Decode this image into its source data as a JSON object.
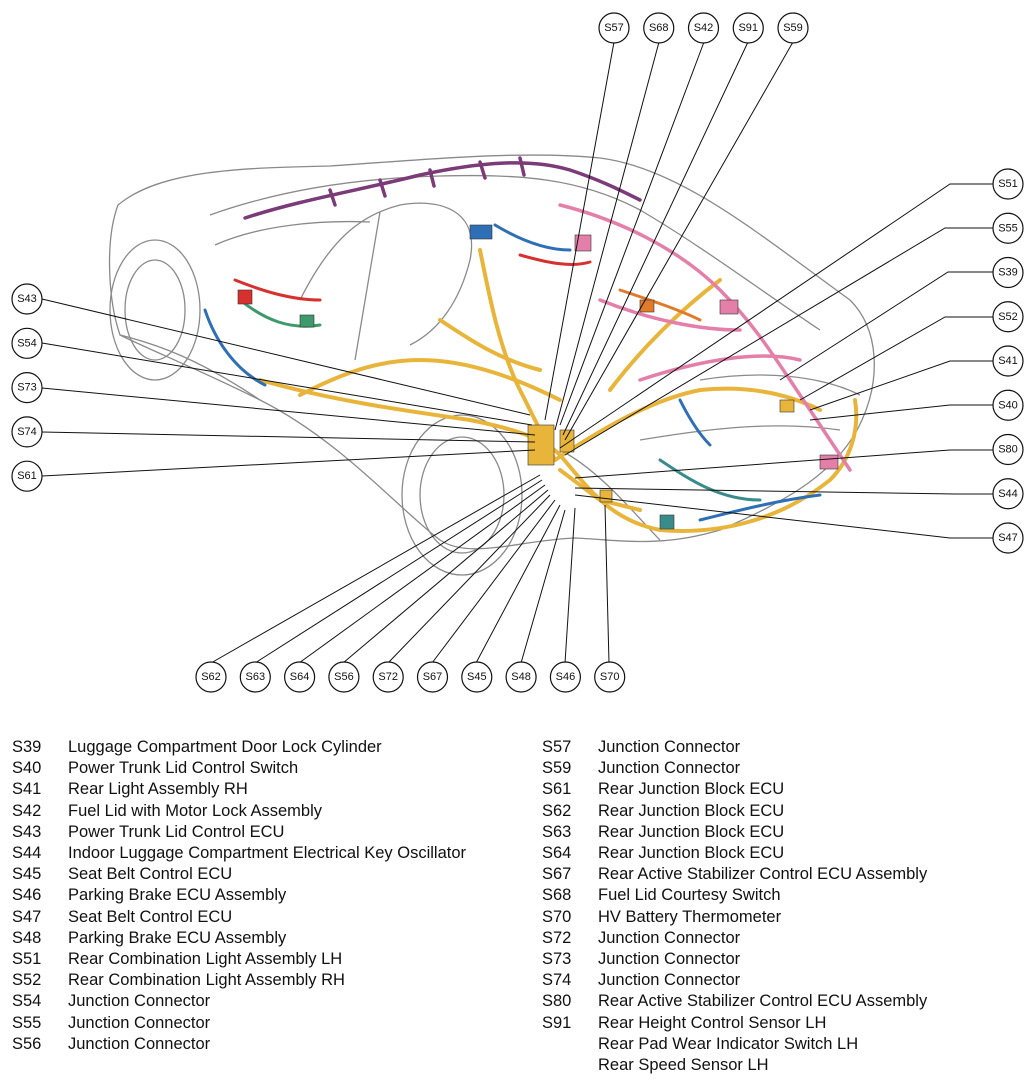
{
  "callouts": {
    "top": [
      "S57",
      "S68",
      "S42",
      "S91",
      "S59"
    ],
    "left": [
      "S43",
      "S54",
      "S73",
      "S74",
      "S61"
    ],
    "right": [
      "S51",
      "S55",
      "S39",
      "S52",
      "S41",
      "S40",
      "S80",
      "S44",
      "S47"
    ],
    "bottom": [
      "S62",
      "S63",
      "S64",
      "S56",
      "S72",
      "S67",
      "S45",
      "S48",
      "S46",
      "S70"
    ]
  },
  "legend_left": [
    {
      "code": "S39",
      "desc": "Luggage Compartment Door Lock Cylinder"
    },
    {
      "code": "S40",
      "desc": "Power Trunk Lid Control Switch"
    },
    {
      "code": "S41",
      "desc": "Rear Light Assembly RH"
    },
    {
      "code": "S42",
      "desc": "Fuel Lid with Motor Lock Assembly"
    },
    {
      "code": "S43",
      "desc": "Power Trunk Lid Control ECU"
    },
    {
      "code": "S44",
      "desc": "Indoor Luggage Compartment Electrical Key Oscillator"
    },
    {
      "code": "S45",
      "desc": "Seat Belt Control ECU"
    },
    {
      "code": "S46",
      "desc": "Parking Brake ECU Assembly"
    },
    {
      "code": "S47",
      "desc": "Seat Belt Control ECU"
    },
    {
      "code": "S48",
      "desc": "Parking Brake ECU Assembly"
    },
    {
      "code": "S51",
      "desc": "Rear Combination Light Assembly LH"
    },
    {
      "code": "S52",
      "desc": "Rear Combination Light Assembly RH"
    },
    {
      "code": "S54",
      "desc": "Junction Connector"
    },
    {
      "code": "S55",
      "desc": "Junction Connector"
    },
    {
      "code": "S56",
      "desc": "Junction Connector"
    }
  ],
  "legend_right": [
    {
      "code": "S57",
      "desc": "Junction Connector"
    },
    {
      "code": "S59",
      "desc": "Junction Connector"
    },
    {
      "code": "S61",
      "desc": "Rear Junction Block ECU"
    },
    {
      "code": "S62",
      "desc": "Rear Junction Block ECU"
    },
    {
      "code": "S63",
      "desc": "Rear Junction Block ECU"
    },
    {
      "code": "S64",
      "desc": "Rear Junction Block ECU"
    },
    {
      "code": "S67",
      "desc": "Rear Active Stabilizer Control ECU Assembly"
    },
    {
      "code": "S68",
      "desc": "Fuel Lid Courtesy Switch"
    },
    {
      "code": "S70",
      "desc": "HV Battery Thermometer"
    },
    {
      "code": "S72",
      "desc": "Junction Connector"
    },
    {
      "code": "S73",
      "desc": "Junction Connector"
    },
    {
      "code": "S74",
      "desc": "Junction Connector"
    },
    {
      "code": "S80",
      "desc": "Rear Active Stabilizer Control ECU Assembly"
    },
    {
      "code": "S91",
      "desc": "Rear Height Control Sensor LH"
    },
    {
      "code": "",
      "desc": "Rear Pad Wear Indicator Switch LH"
    },
    {
      "code": "",
      "desc": "Rear Speed Sensor LH"
    }
  ],
  "colors": {
    "harness_yellow": "#e8b53a",
    "harness_pink": "#e37fa9",
    "harness_purple": "#7b3a78",
    "harness_blue": "#2e6fb5",
    "harness_red": "#d6302f",
    "harness_green": "#3d9a6b",
    "harness_teal": "#3a8c8a",
    "harness_orange": "#e07b2a",
    "body_outline": "#8a8a8a"
  }
}
